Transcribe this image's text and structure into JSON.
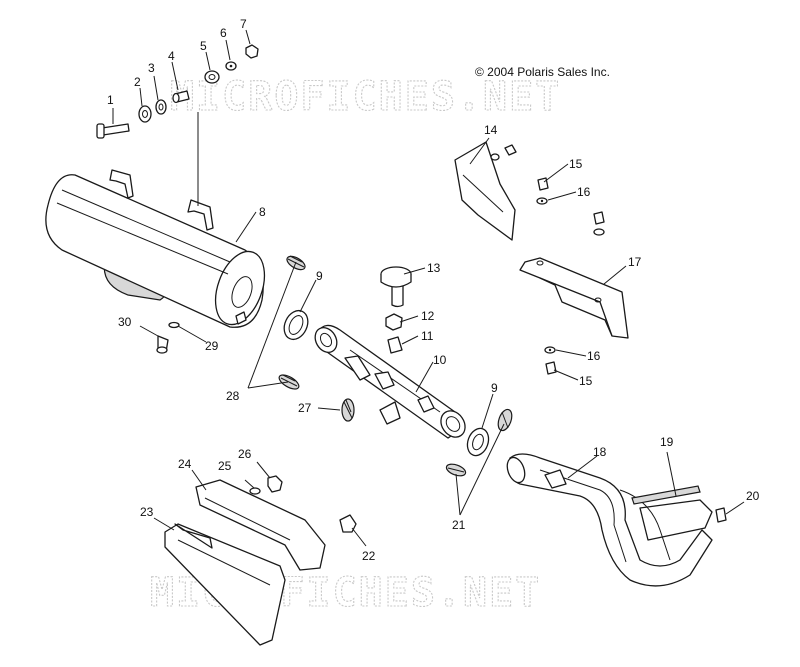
{
  "copyright": "© 2004 Polaris Sales Inc.",
  "watermark": "MICROFICHES.NET",
  "callouts": {
    "c1": "1",
    "c2": "2",
    "c3": "3",
    "c4": "4",
    "c5": "5",
    "c6": "6",
    "c7": "7",
    "c8": "8",
    "c9a": "9",
    "c9b": "9",
    "c10": "10",
    "c11": "11",
    "c12": "12",
    "c13": "13",
    "c14": "14",
    "c15a": "15",
    "c15b": "15",
    "c16a": "16",
    "c16b": "16",
    "c17": "17",
    "c18": "18",
    "c19": "19",
    "c20": "20",
    "c21": "21",
    "c22": "22",
    "c23": "23",
    "c24": "24",
    "c25": "25",
    "c26": "26",
    "c27": "27",
    "c28": "28",
    "c29": "29",
    "c30": "30"
  }
}
